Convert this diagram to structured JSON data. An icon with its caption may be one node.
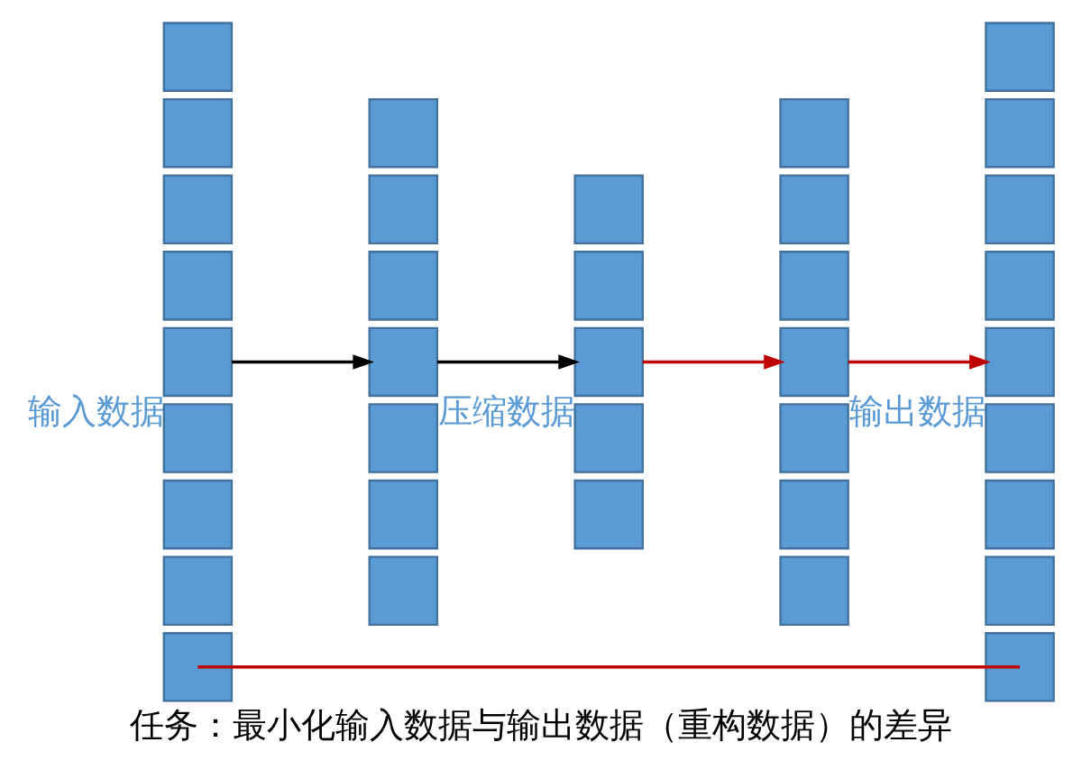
{
  "diagram": {
    "caption": "任务：最小化输入数据与输出数据（重构数据）的差异",
    "nodes": [
      {
        "text": [],
        "shape": "box"
      },
      {
        "text": [],
        "shape": "box"
      },
      {
        "text": [],
        "shape": "box"
      },
      {
        "text": [],
        "shape": "box"
      },
      {
        "text": [],
        "shape": "box",
        "beside": [
          "输入数据"
        ]
      },
      {
        "text": [],
        "shape": "box"
      },
      {
        "text": [],
        "shape": "box"
      },
      {
        "text": [],
        "shape": "box"
      },
      {
        "text": [],
        "shape": "box"
      },
      {
        "text": [],
        "shape": "box"
      },
      {
        "text": [],
        "shape": "box"
      },
      {
        "text": [],
        "shape": "box"
      },
      {
        "text": [],
        "shape": "box"
      },
      {
        "text": [],
        "shape": "box"
      },
      {
        "text": [],
        "shape": "box"
      },
      {
        "text": [],
        "shape": "box"
      },
      {
        "text": [],
        "shape": "box"
      },
      {
        "text": [],
        "shape": "box"
      },
      {
        "text": [],
        "shape": "box",
        "beside": [
          "压缩数据"
        ]
      },
      {
        "text": [],
        "shape": "box"
      },
      {
        "text": [],
        "shape": "box"
      },
      {
        "text": [],
        "shape": "box"
      },
      {
        "text": [],
        "shape": "box"
      },
      {
        "text": [],
        "shape": "box"
      },
      {
        "text": [],
        "shape": "box"
      },
      {
        "text": [],
        "shape": "box"
      },
      {
        "text": [],
        "shape": "box"
      },
      {
        "text": [],
        "shape": "box"
      },
      {
        "text": [],
        "shape": "box"
      },
      {
        "text": [],
        "shape": "box"
      },
      {
        "text": [],
        "shape": "box"
      },
      {
        "text": [],
        "shape": "box"
      },
      {
        "text": [],
        "shape": "box",
        "beside": [
          "输出数据"
        ]
      },
      {
        "text": [],
        "shape": "box"
      },
      {
        "text": [],
        "shape": "box"
      },
      {
        "text": [],
        "shape": "box"
      },
      {
        "text": [],
        "shape": "box"
      }
    ],
    "edges": [
      {
        "from": 4,
        "to": 12,
        "arrow": "to",
        "color": "#000000"
      },
      {
        "from": 12,
        "to": 18,
        "arrow": "to",
        "color": "#000000"
      },
      {
        "from": 18,
        "to": 24,
        "arrow": "to",
        "color": "#c00000"
      },
      {
        "from": 24,
        "to": 32,
        "arrow": "to",
        "color": "#c00000"
      },
      {
        "from": 8,
        "to": 36,
        "arrow": "none",
        "color": "#c00000"
      }
    ]
  }
}
